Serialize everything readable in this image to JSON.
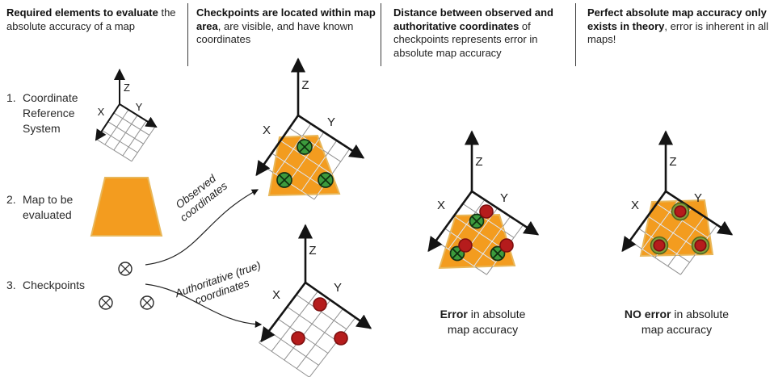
{
  "colors": {
    "map_orange": "#F39C1F",
    "checkpoint_green": "#3D9B3D",
    "checkpoint_green_dark": "#143214",
    "authoritative_red": "#B51C1C",
    "authoritative_red_dark": "#7C0E0E",
    "coincident_ring": "#7FA03C",
    "coincident_ring_dark": "#50661F",
    "open_checkpoint": "#2B2B2B"
  },
  "axis_labels": {
    "x": "X",
    "y": "Y",
    "z": "Z"
  },
  "panels": [
    {
      "header_bold": "Required elements to evaluate",
      "header_rest": " the absolute accuracy of a map",
      "items": [
        {
          "num": "1.",
          "label": "Coordinate Reference System"
        },
        {
          "num": "2.",
          "label": "Map to be evaluated"
        },
        {
          "num": "3.",
          "label": "Checkpoints"
        }
      ]
    },
    {
      "header_bold": "Checkpoints are located within map area",
      "header_rest": ", are visible, and have known coordinates",
      "arrow_labels": {
        "observed": "Observed coordinates",
        "authoritative": "Authoritative (true) coordinates"
      }
    },
    {
      "header_bold": "Distance between observed and authoritative coordinates",
      "header_rest": " of checkpoints represents error in absolute map accuracy",
      "caption": {
        "line1_bold": "Error",
        "line1_rest": " in absolute",
        "line2": "map accuracy"
      }
    },
    {
      "header_bold": "Perfect absolute map accuracy only exists in theory",
      "header_rest": ", error is inherent in all maps!",
      "caption": {
        "line1_bold": "NO error",
        "line1_rest": " in absolute",
        "line2": "map accuracy"
      }
    }
  ],
  "figures": {
    "checkpoint_symbols": {
      "type": "open",
      "points": [
        [
          45,
          15
        ],
        [
          21,
          57
        ],
        [
          72,
          57
        ]
      ]
    },
    "observed_map": {
      "type": "observed",
      "points": [
        [
          87,
          122
        ],
        [
          62,
          163
        ],
        [
          113,
          163
        ]
      ]
    },
    "authoritative_grid": {
      "type": "authoritative",
      "points": [
        [
          96,
          115
        ],
        [
          69,
          157
        ],
        [
          122,
          157
        ]
      ]
    },
    "error_map": {
      "type": "pair",
      "pairs": [
        {
          "green": [
            85,
            119
          ],
          "red": [
            97,
            107
          ]
        },
        {
          "green": [
            61,
            159
          ],
          "red": [
            71,
            149
          ]
        },
        {
          "green": [
            111,
            159
          ],
          "red": [
            122,
            149
          ]
        }
      ]
    },
    "no_error_map": {
      "type": "coincident",
      "points": [
        [
          97,
          107
        ],
        [
          71,
          149
        ],
        [
          122,
          149
        ]
      ]
    }
  }
}
